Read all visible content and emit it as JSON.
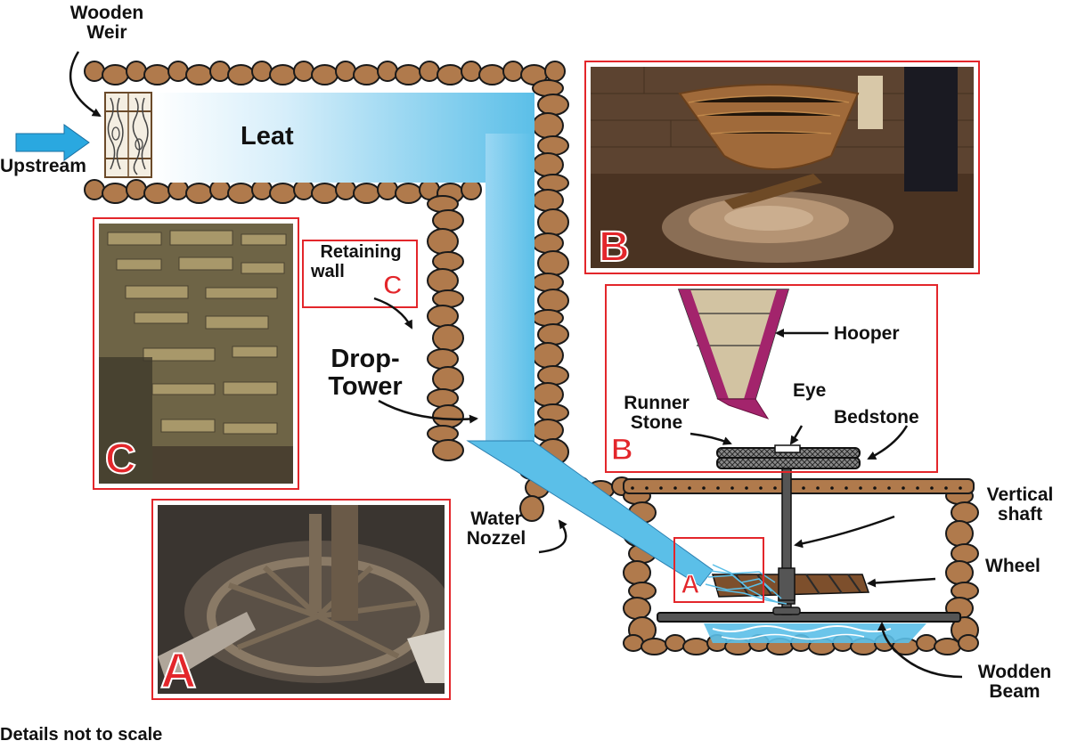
{
  "labels": {
    "wooden_weir_line1": "Wooden",
    "wooden_weir_line2": "Weir",
    "upstream": "Upstream",
    "leat": "Leat",
    "retaining_wall_line1": "Retaining",
    "retaining_wall_line2": "wall",
    "drop_tower_line1": "Drop-",
    "drop_tower_line2": "Tower",
    "water_nozzle_line1": "Water",
    "water_nozzle_line2": "Nozzel",
    "hooper": "Hooper",
    "runner_stone_line1": "Runner",
    "runner_stone_line2": "Stone",
    "eye": "Eye",
    "bedstone": "Bedstone",
    "vertical_shaft_line1": "Vertical",
    "vertical_shaft_line2": "shaft",
    "wheel": "Wheel",
    "wooden_beam_line1": "Wodden",
    "wooden_beam_line2": "Beam",
    "footer_note": "Details not to scale"
  },
  "markers": {
    "a": "A",
    "b": "B",
    "c": "C"
  },
  "colors": {
    "stone_fill": "#b07a4c",
    "stone_outline": "#1a1a1a",
    "water": "#5bbfe8",
    "water_light": "#ffffff",
    "marker_red": "#e3262b",
    "hopper_fill": "#d2c3a2",
    "hopper_edge": "#a3246c",
    "arrow_blue": "#2aa8e0"
  },
  "icons": {
    "weir": "wood-grain-gate",
    "upstream_arrow": "right-arrow"
  }
}
